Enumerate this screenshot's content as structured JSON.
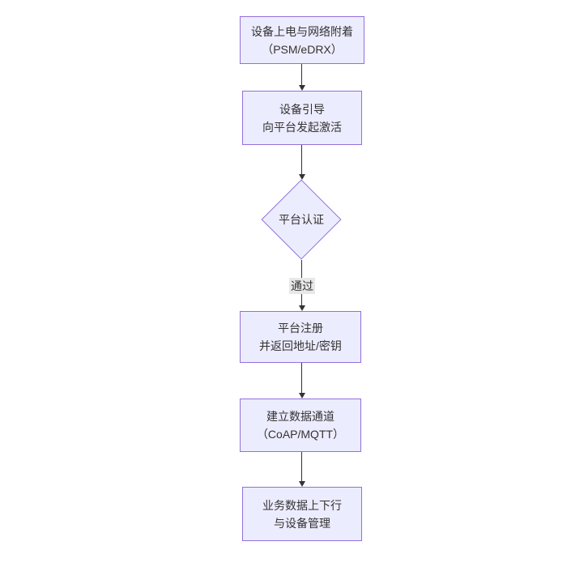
{
  "diagram": {
    "type": "flowchart-vertical",
    "colors": {
      "background": "#ffffff",
      "node_fill": "#ECECFF",
      "node_border": "#9370DB",
      "text": "#333333",
      "edge": "#333333",
      "edge_label_bg": "#e8e8e8"
    },
    "nodes": [
      {
        "id": "power-attach",
        "shape": "rect",
        "lines": [
          "设备上电与网络附着",
          "（PSM/eDRX）"
        ]
      },
      {
        "id": "bootstrap",
        "shape": "rect",
        "lines": [
          "设备引导",
          "向平台发起激活"
        ]
      },
      {
        "id": "platform-auth",
        "shape": "diamond",
        "lines": [
          "平台认证"
        ]
      },
      {
        "id": "platform-register",
        "shape": "rect",
        "lines": [
          "平台注册",
          "并返回地址/密钥"
        ]
      },
      {
        "id": "data-channel",
        "shape": "rect",
        "lines": [
          "建立数据通道",
          "（CoAP/MQTT）"
        ]
      },
      {
        "id": "business-data",
        "shape": "rect",
        "lines": [
          "业务数据上下行",
          "与设备管理"
        ]
      }
    ],
    "edges": [
      {
        "from": "power-attach",
        "to": "bootstrap",
        "label": ""
      },
      {
        "from": "bootstrap",
        "to": "platform-auth",
        "label": ""
      },
      {
        "from": "platform-auth",
        "to": "platform-register",
        "label": "通过"
      },
      {
        "from": "platform-register",
        "to": "data-channel",
        "label": ""
      },
      {
        "from": "data-channel",
        "to": "business-data",
        "label": ""
      }
    ]
  }
}
